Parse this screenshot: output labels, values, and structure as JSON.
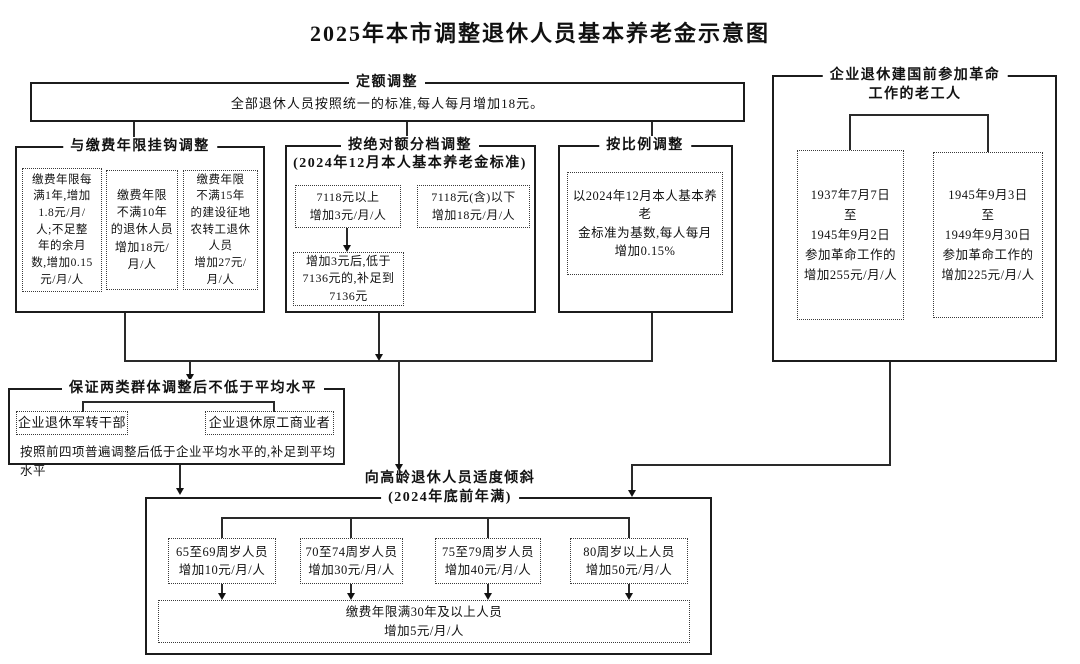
{
  "page": {
    "title": "2025年本市调整退休人员基本养老金示意图"
  },
  "quota": {
    "label": "定额调整",
    "content": "全部退休人员按照统一的标准,每人每月增加18元。"
  },
  "years_linked": {
    "label": "与缴费年限挂钩调整",
    "items": [
      "缴费年限每\n满1年,增加\n1.8元/月/\n人;不足整\n年的余月\n数,增加0.15\n元/月/人",
      "缴费年限\n不满10年\n的退休人员\n增加18元/\n月/人",
      "缴费年限\n不满15年\n的建设征地\n农转工退休\n人员\n增加27元/\n月/人"
    ]
  },
  "absolute_tier": {
    "label": "按绝对额分档调整",
    "sublabel": "(2024年12月本人基本养老金标准)",
    "above": "7118元以上\n增加3元/月/人",
    "below": "7118元(含)以下\n增加18元/月/人",
    "supplement": "增加3元后,低于\n7136元的,补足到\n7136元"
  },
  "ratio": {
    "label": "按比例调整",
    "content": "以2024年12月本人基本养老\n金标准为基数,每人每月\n增加0.15%"
  },
  "veteran": {
    "label_line1": "企业退休建国前参加革命",
    "label_line2": "工作的老工人",
    "items": [
      "1937年7月7日\n至\n1945年9月2日\n参加革命工作的\n增加255元/月/人",
      "1945年9月3日\n至\n1949年9月30日\n参加革命工作的\n增加225元/月/人"
    ]
  },
  "guarantee": {
    "label": "保证两类群体调整后不低于平均水平",
    "groups": [
      "企业退休军转干部",
      "企业退休原工商业者"
    ],
    "note": "按照前四项普遍调整后低于企业平均水平的,补足到平均水平"
  },
  "elderly": {
    "label_line1": "向高龄退休人员适度倾斜",
    "label_line2": "(2024年底前年满)",
    "ages": [
      "65至69周岁人员\n增加10元/月/人",
      "70至74周岁人员\n增加30元/月/人",
      "75至79周岁人员\n增加40元/月/人",
      "80周岁以上人员\n增加50元/月/人"
    ],
    "bonus": "缴费年限满30年及以上人员\n增加5元/月/人"
  }
}
